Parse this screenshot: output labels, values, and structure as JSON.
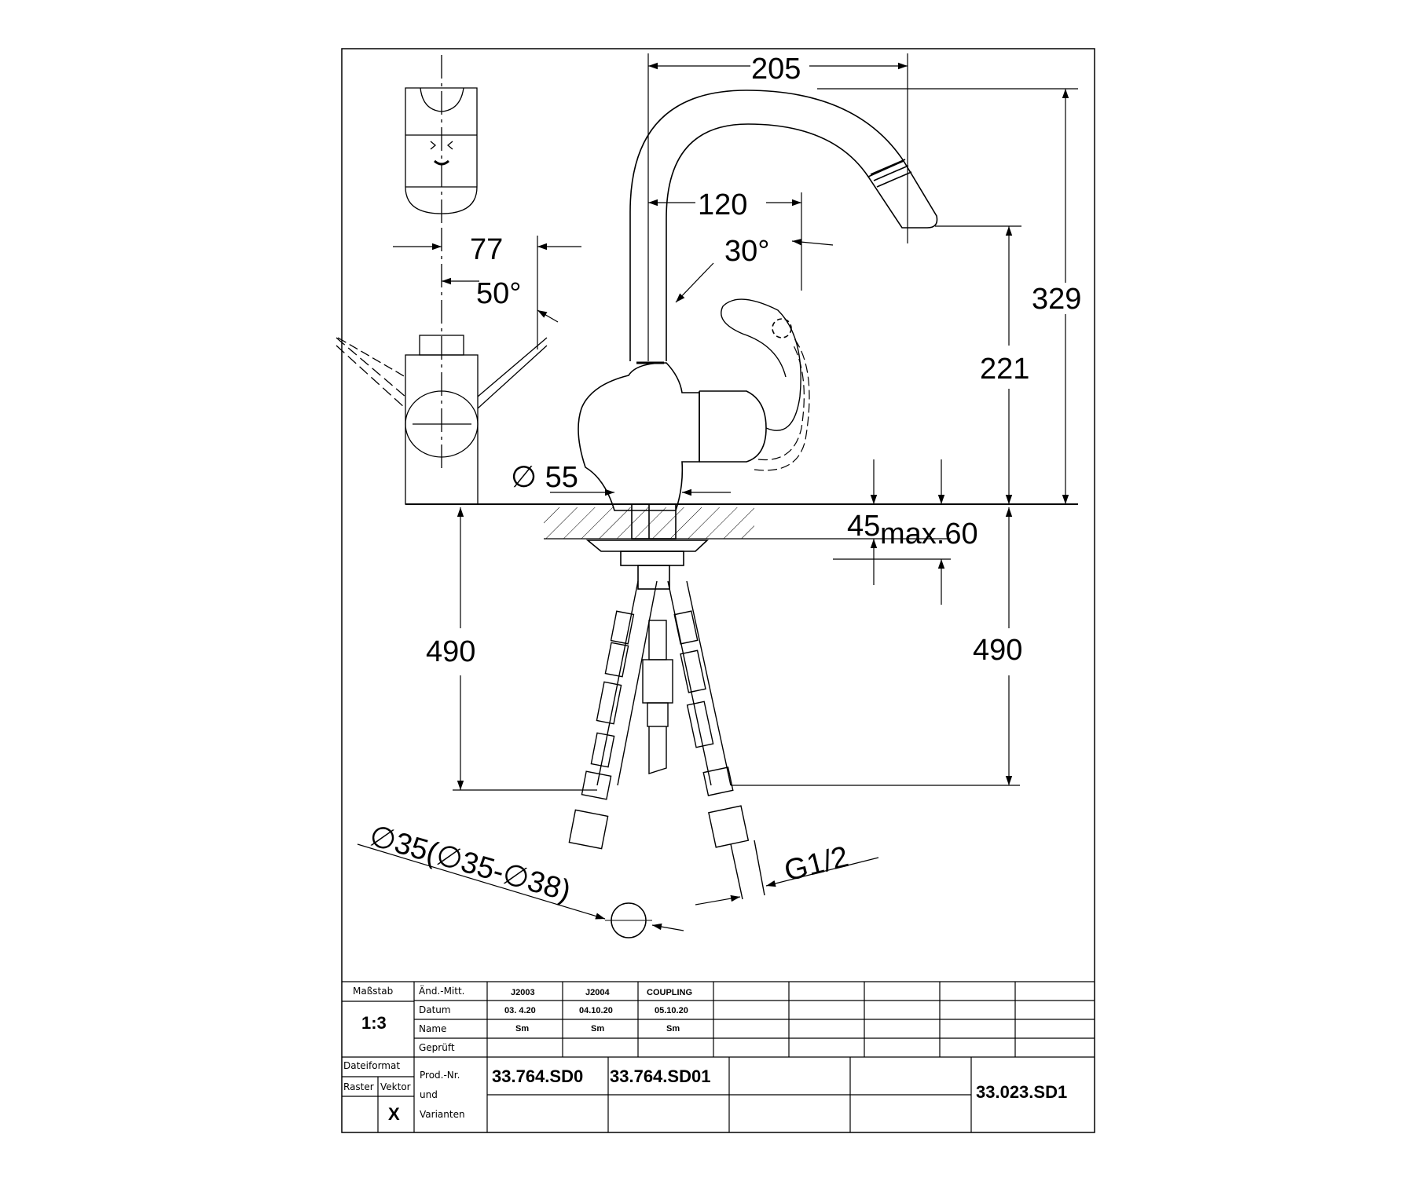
{
  "dimensions": {
    "spout_reach": "205",
    "lever_reach": "120",
    "lever_angle": "30°",
    "total_height": "329",
    "outlet_height": "221",
    "handle_offset": "77",
    "handle_angle": "50°",
    "base_diameter": "∅ 55",
    "counter_thickness": "45",
    "counter_max": "max.60",
    "hose_length_left": "490",
    "hose_length_right": "490",
    "hole_diameter": "∅35(∅35-∅38)",
    "thread": "G1/2"
  },
  "title_block": {
    "scale_label": "Maßstab",
    "scale_value": "1:3",
    "change_label": "Änd.-Mitt.",
    "date_label": "Datum",
    "name_label": "Name",
    "checked_label": "Geprüft",
    "revisions": [
      {
        "code": "J2003",
        "date": "03. 4.20",
        "name": "Sm"
      },
      {
        "code": "J2004",
        "date": "04.10.20",
        "name": "Sm"
      },
      {
        "code": "COUPLING",
        "date": "05.10.20",
        "name": "Sm"
      }
    ],
    "file_format_label": "Dateiformat",
    "raster_label": "Raster",
    "vector_label": "Vektor",
    "format_mark": "X",
    "prod_label_1": "Prod.-Nr.",
    "prod_label_2": "und",
    "prod_label_3": "Varianten",
    "variant_1": "33.764.SD0",
    "variant_2": "33.764.SD01",
    "product_number": "33.023.SD1"
  }
}
